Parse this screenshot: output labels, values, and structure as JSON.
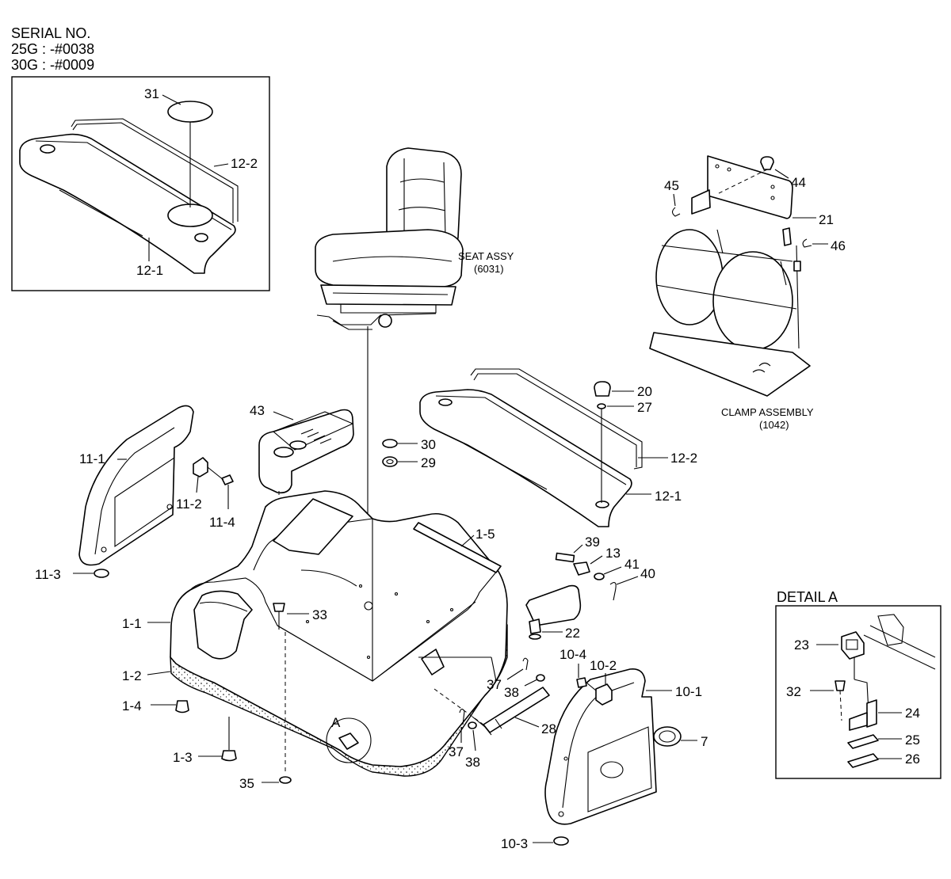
{
  "serial": {
    "title": "SERIAL NO.",
    "line1": "25G : -#0038",
    "line2": "30G : -#0009"
  },
  "captions": {
    "seat_assy": "SEAT ASSY",
    "seat_assy_code": "(6031)",
    "clamp_assembly": "CLAMP ASSEMBLY",
    "clamp_assembly_code": "(1042)",
    "detail_a": "DETAIL A",
    "callout_a": "A"
  },
  "inset_labels": {
    "p31": "31",
    "p12_2": "12-2",
    "p12_1": "12-1"
  },
  "labels": {
    "p44": "44",
    "p45": "45",
    "p21": "21",
    "p46": "46",
    "p20": "20",
    "p27": "27",
    "p12_2": "12-2",
    "p12_1": "12-1",
    "p43": "43",
    "p30": "30",
    "p29": "29",
    "p11_1": "11-1",
    "p11_2": "11-2",
    "p11_4": "11-4",
    "p11_3": "11-3",
    "p1_5": "1-5",
    "p39": "39",
    "p13": "13",
    "p41": "41",
    "p40": "40",
    "p33": "33",
    "p22": "22",
    "p1_1": "1-1",
    "p1_2": "1-2",
    "p1_4": "1-4",
    "p1_3": "1-3",
    "p35": "35",
    "p37a": "37",
    "p38a": "38",
    "p10_4": "10-4",
    "p10_2": "10-2",
    "p10_1": "10-1",
    "p28": "28",
    "p37b": "37",
    "p38b": "38",
    "p7": "7",
    "p10_3": "10-3"
  },
  "detail_labels": {
    "p23": "23",
    "p32": "32",
    "p24": "24",
    "p25": "25",
    "p26": "26"
  }
}
